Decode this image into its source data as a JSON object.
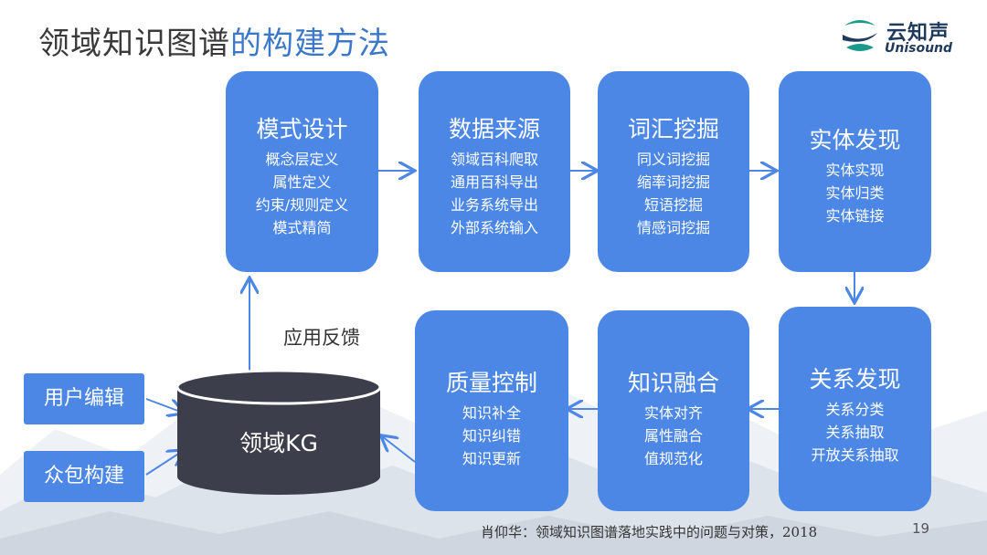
{
  "title": {
    "part1": "领域知识图谱",
    "part2": "的构建方法"
  },
  "logo": {
    "cn": "云知声",
    "en": "Unisound"
  },
  "top_row": [
    {
      "title": "模式设计",
      "items": [
        "概念层定义",
        "属性定义",
        "约束/规则定义",
        "模式精简"
      ]
    },
    {
      "title": "数据来源",
      "items": [
        "领域百科爬取",
        "通用百科导出",
        "业务系统导出",
        "外部系统输入"
      ]
    },
    {
      "title": "词汇挖掘",
      "items": [
        "同义词挖掘",
        "缩率词挖掘",
        "短语挖掘",
        "情感词挖掘"
      ]
    },
    {
      "title": "实体发现",
      "items": [
        "实体实现",
        "实体归类",
        "实体链接"
      ]
    }
  ],
  "bottom_row": [
    {
      "title": "质量控制",
      "items": [
        "知识补全",
        "知识纠错",
        "知识更新"
      ]
    },
    {
      "title": "知识融合",
      "items": [
        "实体对齐",
        "属性融合",
        "值规范化"
      ]
    },
    {
      "title": "关系发现",
      "items": [
        "关系分类",
        "关系抽取",
        "开放关系抽取"
      ]
    }
  ],
  "sources": [
    "用户编辑",
    "众包构建"
  ],
  "kg_label": "领域KG",
  "feedback_label": "应用反馈",
  "citation": "肖仰华：领域知识图谱落地实践中的问题与对策，2018",
  "page_number": "19",
  "colors": {
    "card": "#4c87e6",
    "kg": "#3c3f4b",
    "title_accent": "#3b78c8",
    "arrow": "#4c87e6"
  }
}
